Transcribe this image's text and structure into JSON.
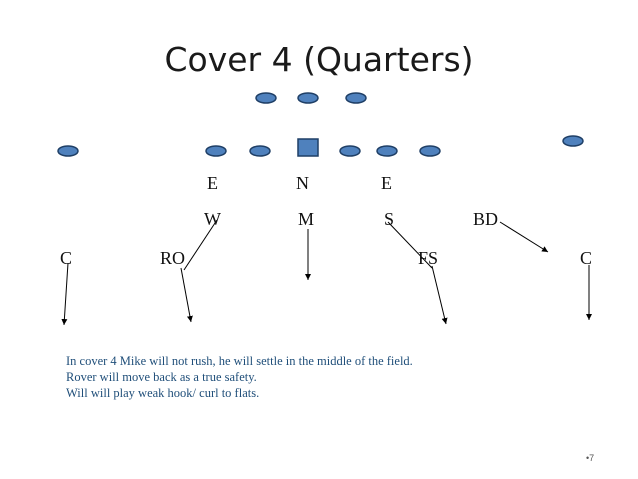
{
  "title": "Cover 4 (Quarters)",
  "colors": {
    "player_fill": "#4f81bd",
    "player_stroke": "#1f3f66",
    "notes_text": "#1f4e79"
  },
  "labels": {
    "left_end": "E",
    "nose": "N",
    "right_end": "E",
    "will": "W",
    "mike": "M",
    "sam": "S",
    "boundary": "BD",
    "left_corner": "C",
    "rover": "RO",
    "free_safety": "FS",
    "right_corner": "C"
  },
  "notes": [
    "In cover 4 Mike will not rush, he will settle in the middle of the field.",
    "Rover will move back as a true safety.",
    "Will will play weak hook/ curl to flats."
  ],
  "page_number": "•7"
}
